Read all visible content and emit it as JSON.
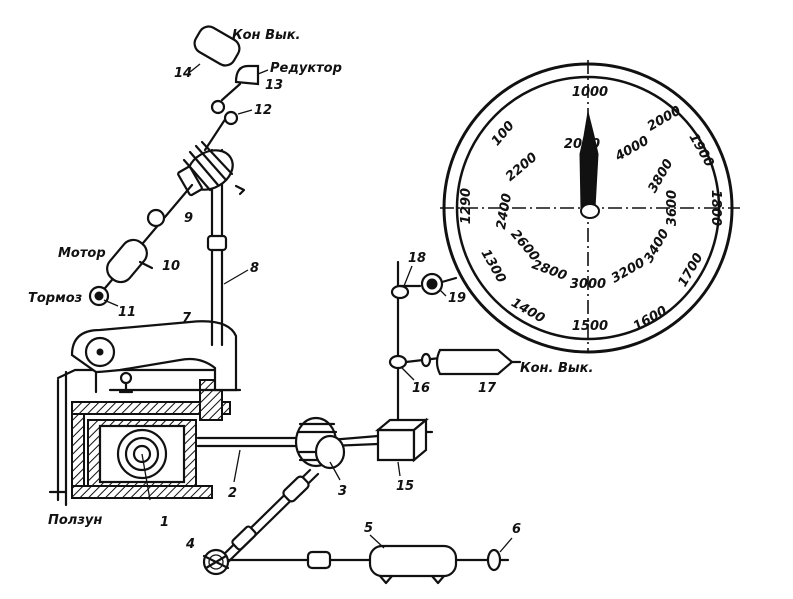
{
  "labels": {
    "kon_vyk_top": "Кон Вык.",
    "reduktor": "Редуктор",
    "motor": "Мотор",
    "tormoz": "Тормоз",
    "polzun": "Ползун",
    "kon_vyk_right": "Кон. Вык."
  },
  "part_numbers": [
    "1",
    "2",
    "3",
    "4",
    "5",
    "6",
    "7",
    "8",
    "9",
    "10",
    "11",
    "12",
    "13",
    "14",
    "15",
    "16",
    "17",
    "18",
    "19"
  ],
  "dial": {
    "outer_ring": [
      "1000",
      "2000",
      "1900",
      "1800",
      "1700",
      "1600",
      "1500",
      "1400",
      "1300",
      "1290",
      "100"
    ],
    "inner_ring": [
      "2000",
      "4000",
      "3800",
      "3600",
      "3400",
      "3200",
      "3000",
      "2800",
      "2600",
      "2400",
      "2200"
    ]
  }
}
